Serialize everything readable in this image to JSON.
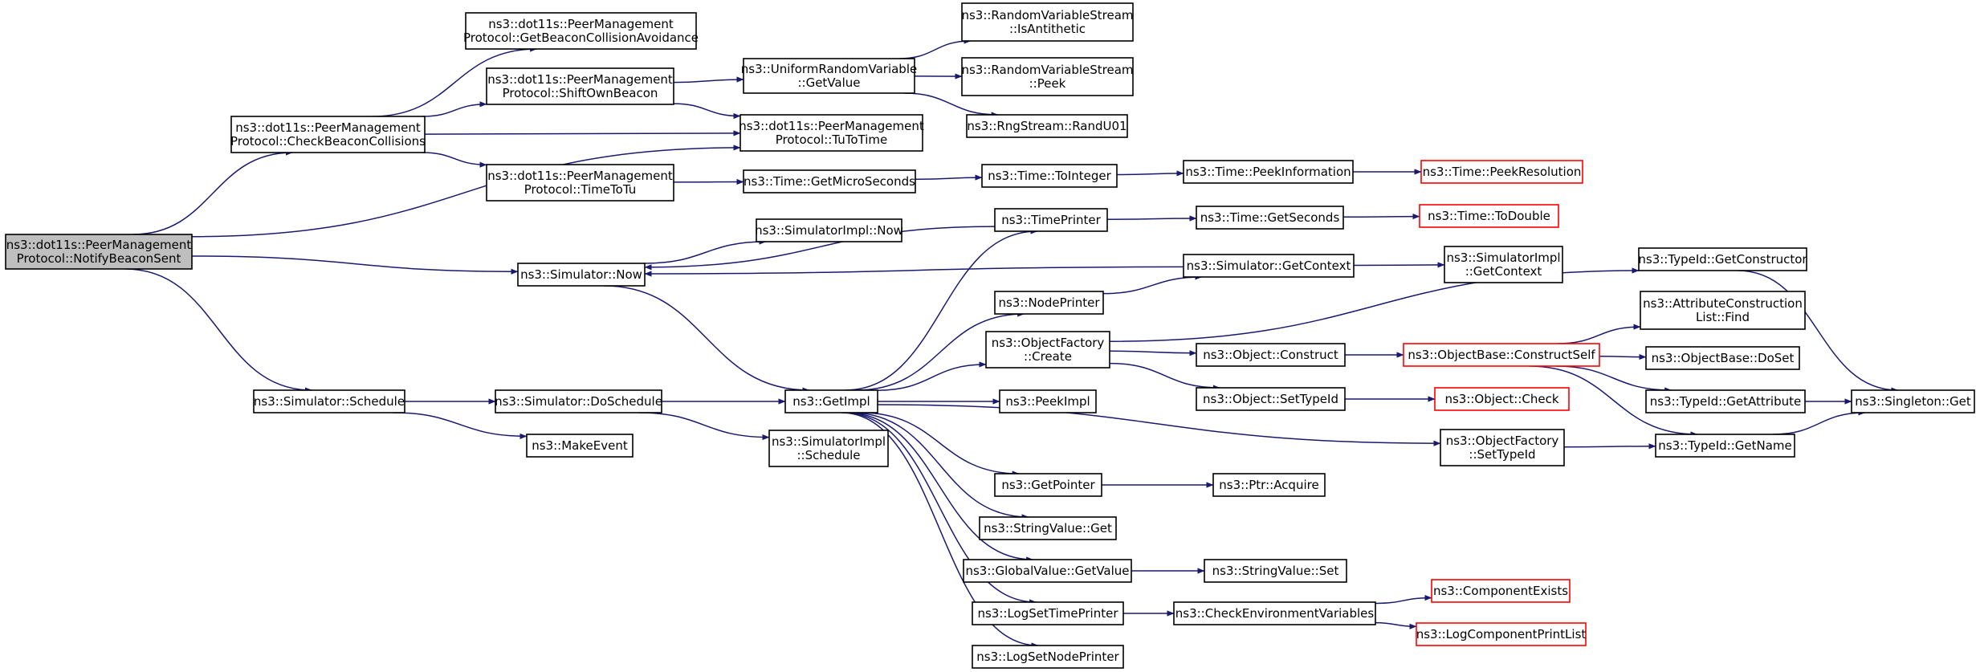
{
  "colors": {
    "edge": "#191970",
    "border": "#000000",
    "truncated_border": "#ff0000",
    "root_fill": "#bfbfbf",
    "fill": "#ffffff"
  },
  "nodes": [
    {
      "id": "notify",
      "lines": [
        "ns3::dot11s::PeerManagement",
        "Protocol::NotifyBeaconSent"
      ],
      "style": "root"
    },
    {
      "id": "checkBeacon",
      "lines": [
        "ns3::dot11s::PeerManagement",
        "Protocol::CheckBeaconCollisions"
      ],
      "style": "normal"
    },
    {
      "id": "getBeaconCA",
      "lines": [
        "ns3::dot11s::PeerManagement",
        "Protocol::GetBeaconCollisionAvoidance"
      ],
      "style": "normal"
    },
    {
      "id": "shiftOwn",
      "lines": [
        "ns3::dot11s::PeerManagement",
        "Protocol::ShiftOwnBeacon"
      ],
      "style": "normal"
    },
    {
      "id": "timeToTu",
      "lines": [
        "ns3::dot11s::PeerManagement",
        "Protocol::TimeToTu"
      ],
      "style": "normal"
    },
    {
      "id": "tuToTime",
      "lines": [
        "ns3::dot11s::PeerManagement",
        "Protocol::TuToTime"
      ],
      "style": "normal"
    },
    {
      "id": "uniformGet",
      "lines": [
        "ns3::UniformRandomVariable",
        "::GetValue"
      ],
      "style": "normal"
    },
    {
      "id": "isAnti",
      "lines": [
        "ns3::RandomVariableStream",
        "::IsAntithetic"
      ],
      "style": "normal"
    },
    {
      "id": "peek",
      "lines": [
        "ns3::RandomVariableStream",
        "::Peek"
      ],
      "style": "normal"
    },
    {
      "id": "randU01",
      "lines": [
        "ns3::RngStream::RandU01"
      ],
      "style": "normal"
    },
    {
      "id": "getMicro",
      "lines": [
        "ns3::Time::GetMicroSeconds"
      ],
      "style": "normal"
    },
    {
      "id": "toInteger",
      "lines": [
        "ns3::Time::ToInteger"
      ],
      "style": "normal"
    },
    {
      "id": "peekInfo",
      "lines": [
        "ns3::Time::PeekInformation"
      ],
      "style": "normal"
    },
    {
      "id": "peekRes",
      "lines": [
        "ns3::Time::PeekResolution"
      ],
      "style": "truncated"
    },
    {
      "id": "simNow",
      "lines": [
        "ns3::Simulator::Now"
      ],
      "style": "normal"
    },
    {
      "id": "implNow",
      "lines": [
        "ns3::SimulatorImpl::Now"
      ],
      "style": "normal"
    },
    {
      "id": "timePrinter",
      "lines": [
        "ns3::TimePrinter"
      ],
      "style": "normal"
    },
    {
      "id": "getSeconds",
      "lines": [
        "ns3::Time::GetSeconds"
      ],
      "style": "normal"
    },
    {
      "id": "toDouble",
      "lines": [
        "ns3::Time::ToDouble"
      ],
      "style": "truncated"
    },
    {
      "id": "nodePrinter",
      "lines": [
        "ns3::NodePrinter"
      ],
      "style": "normal"
    },
    {
      "id": "getContext",
      "lines": [
        "ns3::Simulator::GetContext"
      ],
      "style": "normal"
    },
    {
      "id": "implGetContext",
      "lines": [
        "ns3::SimulatorImpl",
        "::GetContext"
      ],
      "style": "normal"
    },
    {
      "id": "ofCreate",
      "lines": [
        "ns3::ObjectFactory",
        "::Create"
      ],
      "style": "normal"
    },
    {
      "id": "objConstruct",
      "lines": [
        "ns3::Object::Construct"
      ],
      "style": "normal"
    },
    {
      "id": "constructSelf",
      "lines": [
        "ns3::ObjectBase::ConstructSelf"
      ],
      "style": "truncated"
    },
    {
      "id": "getConstructor",
      "lines": [
        "ns3::TypeId::GetConstructor"
      ],
      "style": "normal"
    },
    {
      "id": "attrFind",
      "lines": [
        "ns3::AttributeConstruction",
        "List::Find"
      ],
      "style": "normal"
    },
    {
      "id": "doSet",
      "lines": [
        "ns3::ObjectBase::DoSet"
      ],
      "style": "normal"
    },
    {
      "id": "getAttribute",
      "lines": [
        "ns3::TypeId::GetAttribute"
      ],
      "style": "normal"
    },
    {
      "id": "singletonGet",
      "lines": [
        "ns3::Singleton::Get"
      ],
      "style": "normal"
    },
    {
      "id": "getName",
      "lines": [
        "ns3::TypeId::GetName"
      ],
      "style": "normal"
    },
    {
      "id": "setTypeId",
      "lines": [
        "ns3::Object::SetTypeId"
      ],
      "style": "normal"
    },
    {
      "id": "objCheck",
      "lines": [
        "ns3::Object::Check"
      ],
      "style": "truncated"
    },
    {
      "id": "ofSetTypeId",
      "lines": [
        "ns3::ObjectFactory",
        "::SetTypeId"
      ],
      "style": "normal"
    },
    {
      "id": "schedule",
      "lines": [
        "ns3::Simulator::Schedule"
      ],
      "style": "normal"
    },
    {
      "id": "doSchedule",
      "lines": [
        "ns3::Simulator::DoSchedule"
      ],
      "style": "normal"
    },
    {
      "id": "makeEvent",
      "lines": [
        "ns3::MakeEvent"
      ],
      "style": "normal"
    },
    {
      "id": "implSchedule",
      "lines": [
        "ns3::SimulatorImpl",
        "::Schedule"
      ],
      "style": "normal"
    },
    {
      "id": "getImpl",
      "lines": [
        "ns3::GetImpl"
      ],
      "style": "normal"
    },
    {
      "id": "peekImpl",
      "lines": [
        "ns3::PeekImpl"
      ],
      "style": "normal"
    },
    {
      "id": "getPointer",
      "lines": [
        "ns3::GetPointer"
      ],
      "style": "normal"
    },
    {
      "id": "ptrAcquire",
      "lines": [
        "ns3::Ptr::Acquire"
      ],
      "style": "normal"
    },
    {
      "id": "svGet",
      "lines": [
        "ns3::StringValue::Get"
      ],
      "style": "normal"
    },
    {
      "id": "gvGetValue",
      "lines": [
        "ns3::GlobalValue::GetValue"
      ],
      "style": "normal"
    },
    {
      "id": "svSet",
      "lines": [
        "ns3::StringValue::Set"
      ],
      "style": "normal"
    },
    {
      "id": "logSetTime",
      "lines": [
        "ns3::LogSetTimePrinter"
      ],
      "style": "normal"
    },
    {
      "id": "checkEnv",
      "lines": [
        "ns3::CheckEnvironmentVariables"
      ],
      "style": "normal"
    },
    {
      "id": "compExists",
      "lines": [
        "ns3::ComponentExists"
      ],
      "style": "truncated"
    },
    {
      "id": "logCompList",
      "lines": [
        "ns3::LogComponentPrintList"
      ],
      "style": "truncated"
    },
    {
      "id": "logSetNode",
      "lines": [
        "ns3::LogSetNodePrinter"
      ],
      "style": "normal"
    }
  ],
  "edges": [
    [
      "notify",
      "checkBeacon"
    ],
    [
      "notify",
      "tuToTime"
    ],
    [
      "notify",
      "simNow"
    ],
    [
      "notify",
      "schedule"
    ],
    [
      "checkBeacon",
      "getBeaconCA"
    ],
    [
      "checkBeacon",
      "shiftOwn"
    ],
    [
      "checkBeacon",
      "tuToTime"
    ],
    [
      "checkBeacon",
      "timeToTu"
    ],
    [
      "shiftOwn",
      "uniformGet"
    ],
    [
      "shiftOwn",
      "tuToTime"
    ],
    [
      "uniformGet",
      "isAnti"
    ],
    [
      "uniformGet",
      "peek"
    ],
    [
      "uniformGet",
      "randU01"
    ],
    [
      "timeToTu",
      "getMicro"
    ],
    [
      "getMicro",
      "toInteger"
    ],
    [
      "toInteger",
      "peekInfo"
    ],
    [
      "peekInfo",
      "peekRes"
    ],
    [
      "simNow",
      "implNow"
    ],
    [
      "simNow",
      "getImpl"
    ],
    [
      "timePrinter",
      "simNow"
    ],
    [
      "schedule",
      "doSchedule"
    ],
    [
      "schedule",
      "makeEvent"
    ],
    [
      "doSchedule",
      "getImpl"
    ],
    [
      "doSchedule",
      "implSchedule"
    ],
    [
      "getImpl",
      "timePrinter"
    ],
    [
      "getImpl",
      "nodePrinter"
    ],
    [
      "getImpl",
      "ofCreate"
    ],
    [
      "getImpl",
      "peekImpl"
    ],
    [
      "getImpl",
      "ofSetTypeId"
    ],
    [
      "getImpl",
      "getPointer"
    ],
    [
      "getImpl",
      "svGet"
    ],
    [
      "getImpl",
      "gvGetValue"
    ],
    [
      "getImpl",
      "logSetTime"
    ],
    [
      "getImpl",
      "logSetNode"
    ],
    [
      "timePrinter",
      "getSeconds"
    ],
    [
      "getSeconds",
      "toDouble"
    ],
    [
      "nodePrinter",
      "getContext"
    ],
    [
      "getContext",
      "simNow"
    ],
    [
      "getContext",
      "implGetContext"
    ],
    [
      "ofCreate",
      "getConstructor"
    ],
    [
      "ofCreate",
      "objConstruct"
    ],
    [
      "ofCreate",
      "setTypeId"
    ],
    [
      "objConstruct",
      "constructSelf"
    ],
    [
      "constructSelf",
      "attrFind"
    ],
    [
      "constructSelf",
      "doSet"
    ],
    [
      "constructSelf",
      "getAttribute"
    ],
    [
      "constructSelf",
      "getName"
    ],
    [
      "getConstructor",
      "singletonGet"
    ],
    [
      "getAttribute",
      "singletonGet"
    ],
    [
      "getName",
      "singletonGet"
    ],
    [
      "setTypeId",
      "objCheck"
    ],
    [
      "ofSetTypeId",
      "getName"
    ],
    [
      "getPointer",
      "ptrAcquire"
    ],
    [
      "gvGetValue",
      "svSet"
    ],
    [
      "logSetTime",
      "checkEnv"
    ],
    [
      "checkEnv",
      "compExists"
    ],
    [
      "checkEnv",
      "logCompList"
    ]
  ]
}
